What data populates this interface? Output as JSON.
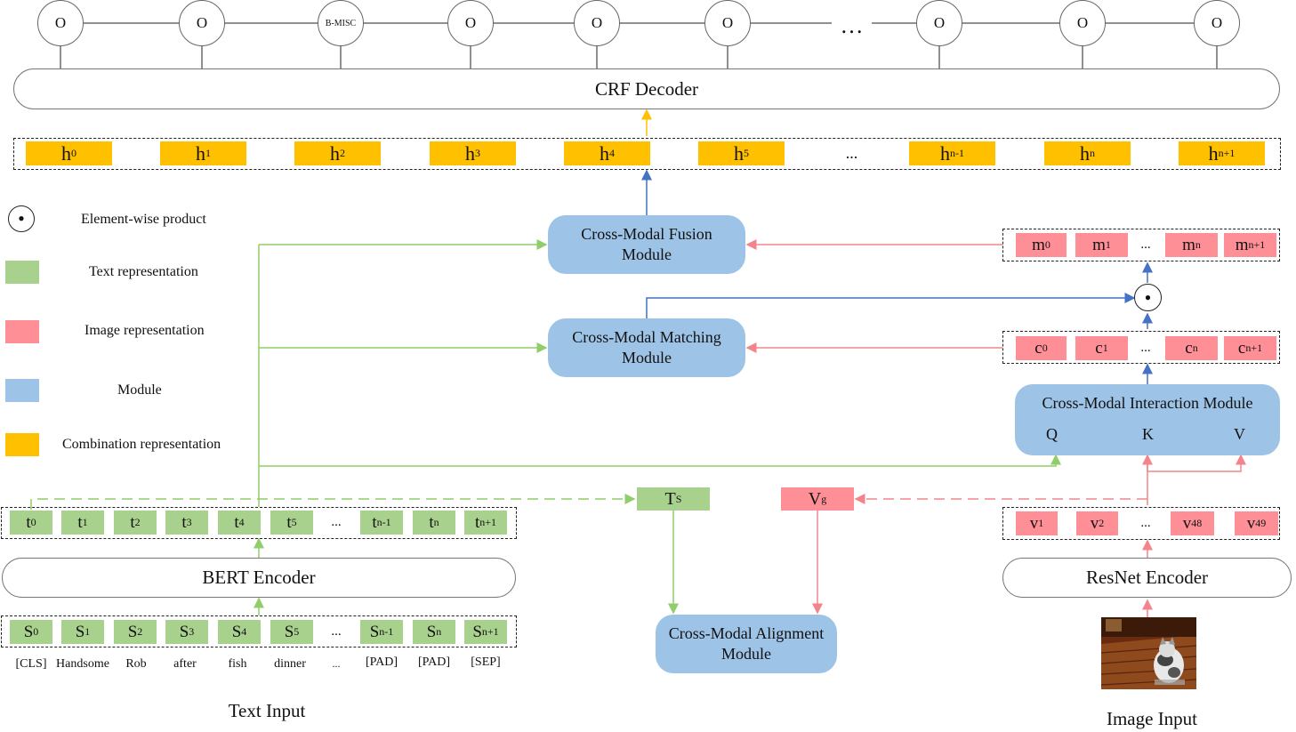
{
  "crf": {
    "label": "CRF Decoder",
    "outputs": [
      "O",
      "O",
      "B-MISC",
      "O",
      "O",
      "O",
      "O",
      "O",
      "O"
    ],
    "ellipsis": "…"
  },
  "hidden": [
    {
      "base": "h",
      "sub": "0"
    },
    {
      "base": "h",
      "sub": "1"
    },
    {
      "base": "h",
      "sub": "2"
    },
    {
      "base": "h",
      "sub": "3"
    },
    {
      "base": "h",
      "sub": "4"
    },
    {
      "base": "h",
      "sub": "5"
    },
    {
      "base": "...",
      "sub": ""
    },
    {
      "base": "h",
      "sub": "n-1"
    },
    {
      "base": "h",
      "sub": "n"
    },
    {
      "base": "h",
      "sub": "n+1"
    }
  ],
  "legend": [
    {
      "label": "Element-wise product",
      "symbol": "⊙"
    },
    {
      "label": "Text representation",
      "color": "#a9d18e"
    },
    {
      "label": "Image representation",
      "color": "#ff8f96"
    },
    {
      "label": "Module",
      "color": "#9dc3e6"
    },
    {
      "label": "Combination representation",
      "color": "#ffc000"
    }
  ],
  "modules": {
    "fusion": "Cross-Modal Fusion\nModule",
    "matching": "Cross-Modal Matching\nModule",
    "interaction": "Cross-Modal Interaction Module",
    "alignment": "Cross-Modal Alignment\nModule"
  },
  "interaction_inputs": {
    "q": "Q",
    "k": "K",
    "v": "V"
  },
  "product_symbol": "⊙",
  "m_tokens": [
    {
      "base": "m",
      "sub": "0"
    },
    {
      "base": "m",
      "sub": "1"
    },
    {
      "base": "...",
      "sub": ""
    },
    {
      "base": "m",
      "sub": "n"
    },
    {
      "base": "m",
      "sub": "n+1"
    }
  ],
  "c_tokens": [
    {
      "base": "c",
      "sub": "0"
    },
    {
      "base": "c",
      "sub": "1"
    },
    {
      "base": "...",
      "sub": ""
    },
    {
      "base": "c",
      "sub": "n"
    },
    {
      "base": "c",
      "sub": "n+1"
    }
  ],
  "v_tokens": [
    {
      "base": "v",
      "sub": "1"
    },
    {
      "base": "v",
      "sub": "2"
    },
    {
      "base": "...",
      "sub": ""
    },
    {
      "base": "v",
      "sub": "48"
    },
    {
      "base": "v",
      "sub": "49"
    }
  ],
  "t_tokens": [
    {
      "base": "t",
      "sub": "0"
    },
    {
      "base": "t",
      "sub": "1"
    },
    {
      "base": "t",
      "sub": "2"
    },
    {
      "base": "t",
      "sub": "3"
    },
    {
      "base": "t",
      "sub": "4"
    },
    {
      "base": "t",
      "sub": "5"
    },
    {
      "base": "...",
      "sub": ""
    },
    {
      "base": "t",
      "sub": "n-1"
    },
    {
      "base": "t",
      "sub": "n"
    },
    {
      "base": "t",
      "sub": "n+1"
    }
  ],
  "s_tokens": [
    {
      "base": "S",
      "sub": "0"
    },
    {
      "base": "S",
      "sub": "1"
    },
    {
      "base": "S",
      "sub": "2"
    },
    {
      "base": "S",
      "sub": "3"
    },
    {
      "base": "S",
      "sub": "4"
    },
    {
      "base": "S",
      "sub": "5"
    },
    {
      "base": "...",
      "sub": ""
    },
    {
      "base": "S",
      "sub": "n-1"
    },
    {
      "base": "S",
      "sub": "n"
    },
    {
      "base": "S",
      "sub": "n+1"
    }
  ],
  "words": [
    "[CLS]",
    "Handsome",
    "Rob",
    "after",
    "fish",
    "dinner",
    "...",
    "[PAD]",
    "[PAD]",
    "[SEP]"
  ],
  "ts": {
    "base": "T",
    "sub": "S"
  },
  "vg": {
    "base": "V",
    "sub": "g"
  },
  "bert": "BERT Encoder",
  "resnet": "ResNet Encoder",
  "text_input": "Text Input",
  "image_input": "Image Input",
  "colors": {
    "text": "#a9d18e",
    "image": "#ff8f96",
    "module": "#9dc3e6",
    "combination": "#ffc000",
    "arrow_green": "#8fce6a",
    "arrow_pink": "#f2858c",
    "arrow_blue": "#4472c4",
    "arrow_orange": "#ffc000"
  }
}
